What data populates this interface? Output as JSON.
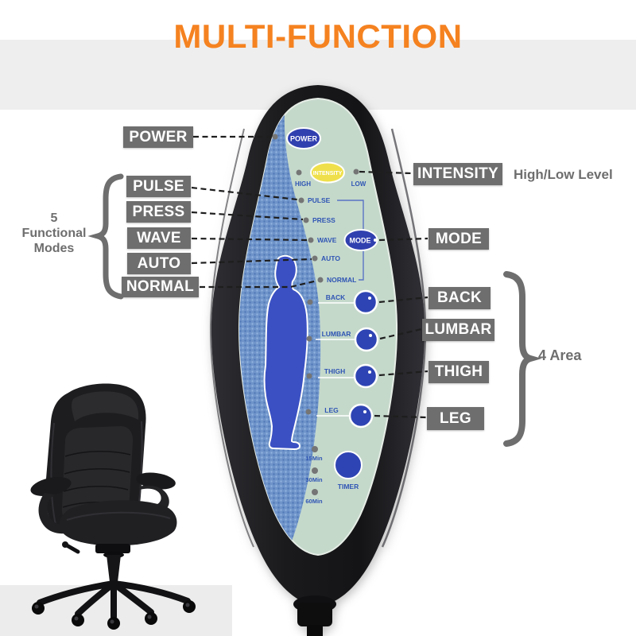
{
  "title": "MULTI-FUNCTION",
  "annotations": {
    "left": {
      "power": "POWER",
      "modes": [
        "PULSE",
        "PRESS",
        "WAVE",
        "AUTO",
        "NORMAL"
      ],
      "modes_note": [
        "5",
        "Functional",
        "Modes"
      ]
    },
    "right": {
      "intensity": "INTENSITY",
      "intensity_note": "High/Low Level",
      "mode": "MODE",
      "areas": [
        "BACK",
        "LUMBAR",
        "THIGH",
        "LEG"
      ],
      "areas_note": "4 Area"
    }
  },
  "remote": {
    "power_button": "POWER",
    "intensity_button": "INTENSITY",
    "mode_button": "MODE",
    "levels": {
      "high": "HIGH",
      "low": "LOW"
    },
    "modes": [
      "PULSE",
      "PRESS",
      "WAVE",
      "AUTO",
      "NORMAL"
    ],
    "areas": [
      "BACK",
      "LUMBAR",
      "THIGH",
      "LEG"
    ],
    "timer_options": [
      "15Min",
      "30Min",
      "60Min"
    ],
    "timer_button": "TIMER"
  },
  "colors": {
    "accent_orange": "#F58220",
    "label_box_gray": "#6E6E6E",
    "note_text_gray": "#6E6E6E",
    "button_blue": "#2E44B4",
    "intensity_yellow": "#EFE04B",
    "remote_face_green": "#C5D9CB",
    "remote_strip_blue": "#6F94CA",
    "remote_text_blue": "#2F55B4"
  }
}
